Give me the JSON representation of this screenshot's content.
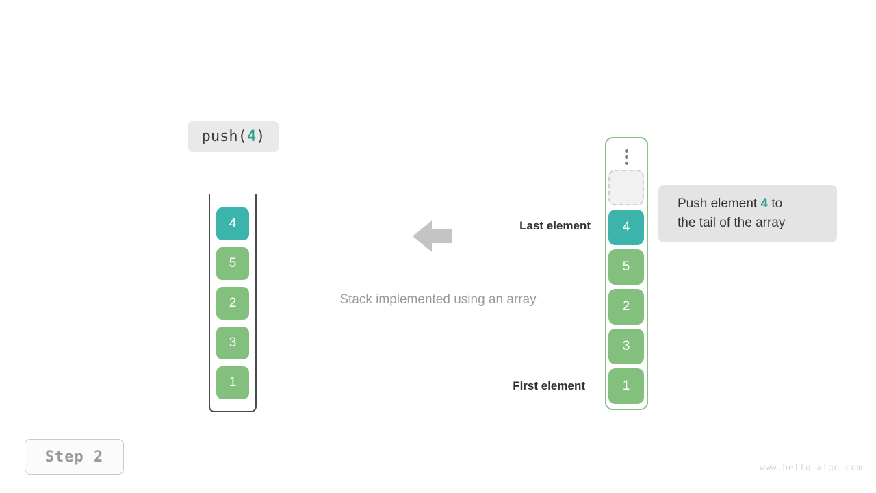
{
  "operation": {
    "code_prefix": "push(",
    "code_arg": "4",
    "code_suffix": ")"
  },
  "stack": {
    "title": "Stack implemented using an array",
    "items": [
      {
        "value": "4",
        "color": "teal"
      },
      {
        "value": "5",
        "color": "green"
      },
      {
        "value": "2",
        "color": "green"
      },
      {
        "value": "3",
        "color": "green"
      },
      {
        "value": "1",
        "color": "green"
      }
    ]
  },
  "annotations": {
    "last_element": "Last element",
    "first_element": "First element",
    "arrow_icon": "arrow-left-icon"
  },
  "array": {
    "overflow_icon": "vertical-ellipsis-icon",
    "slots": [
      {
        "value": "",
        "color": "empty"
      },
      {
        "value": "4",
        "color": "teal"
      },
      {
        "value": "5",
        "color": "green"
      },
      {
        "value": "2",
        "color": "green"
      },
      {
        "value": "3",
        "color": "green"
      },
      {
        "value": "1",
        "color": "green"
      }
    ]
  },
  "tooltip": {
    "line1_pre": "Push element ",
    "line1_highlight": "4",
    "line1_post": " to",
    "line2": "the tail of the array"
  },
  "step": {
    "label": "Step 2"
  },
  "watermark": {
    "text": "www.hello-algo.com"
  },
  "colors": {
    "teal": "#3cb4ab",
    "green": "#83bf7d",
    "accent_text": "#2e9d8f",
    "tooltip_bg": "#e4e4e4",
    "label_bg": "#e9e9e9",
    "arrow": "#c4c4c4",
    "array_border": "#86c186"
  }
}
